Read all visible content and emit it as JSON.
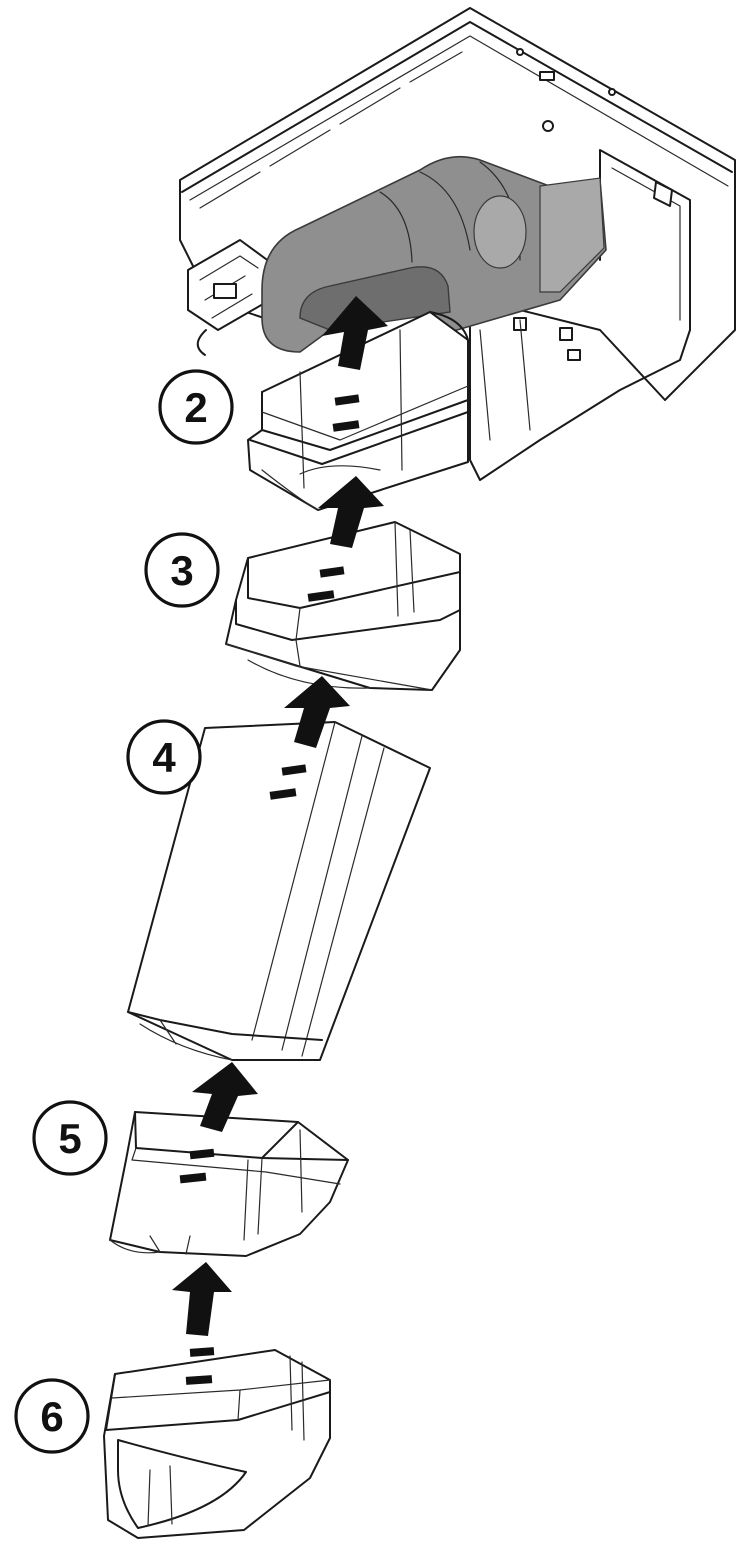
{
  "diagram": {
    "colors": {
      "line": "#1a1a1a",
      "shaded_part": "#8f8f8f",
      "arrow": "#111111",
      "background": "#ffffff"
    },
    "callouts": [
      {
        "id": "2",
        "label": "2"
      },
      {
        "id": "3",
        "label": "3"
      },
      {
        "id": "4",
        "label": "4"
      },
      {
        "id": "5",
        "label": "5"
      },
      {
        "id": "6",
        "label": "6"
      }
    ],
    "arrow_direction": "up"
  }
}
